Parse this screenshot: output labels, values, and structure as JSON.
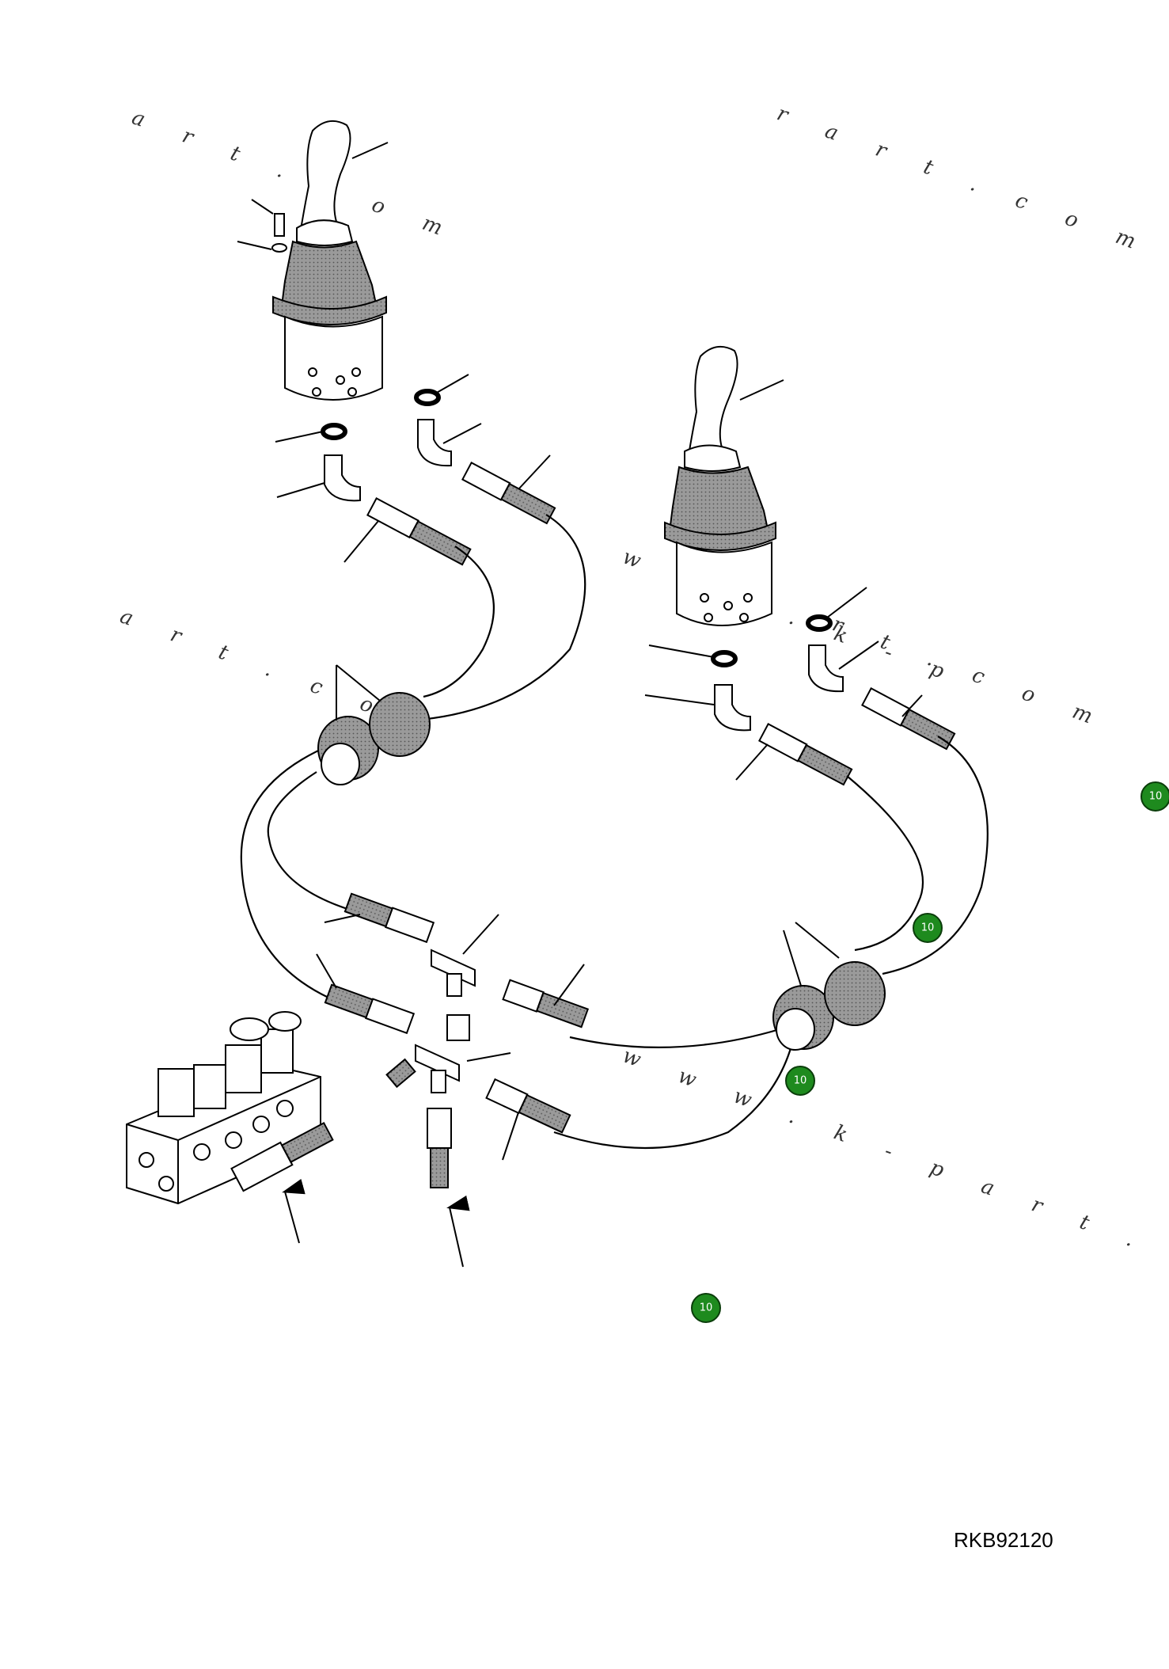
{
  "diagram": {
    "reference_code": "RKB92120",
    "watermark_fragments": [
      "a r t . c o m",
      "r a r t . c o m",
      "a r t . c o m",
      "w w w . k - p",
      "r t . c o m",
      "w w w . k - p a r t . c o m"
    ],
    "badges": [
      {
        "label": "10"
      },
      {
        "label": "10"
      },
      {
        "label": "10"
      },
      {
        "label": "10"
      }
    ]
  }
}
